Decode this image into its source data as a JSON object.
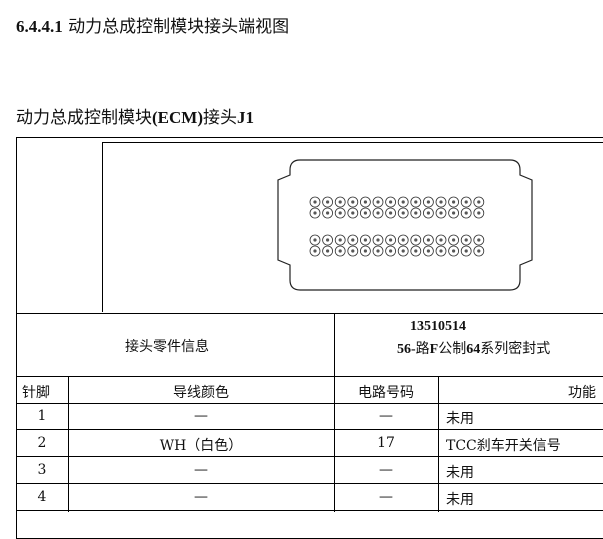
{
  "heading": {
    "number": "6.4.4.1",
    "text": "动力总成控制模块接头端视图"
  },
  "subheading": {
    "prefix": "动力总成控制模块",
    "ecm": "(ECM)",
    "mid": "接头",
    "j1": "J1"
  },
  "connector_info": {
    "label": "接头零件信息",
    "part_number": "13510514",
    "desc_a": "56-",
    "desc_b": "路",
    "desc_c": "F",
    "desc_d": "公制",
    "desc_e": "64",
    "desc_f": "系列密封式"
  },
  "table": {
    "headers": [
      "针脚",
      "导线颜色",
      "电路号码",
      "功能"
    ],
    "rows": [
      [
        "1",
        "—",
        "—",
        "未用"
      ],
      [
        "2",
        "WH（白色）",
        "17",
        "TCC刹车开关信号"
      ],
      [
        "3",
        "—",
        "—",
        "未用"
      ],
      [
        "4",
        "—",
        "—",
        "未用"
      ]
    ]
  }
}
